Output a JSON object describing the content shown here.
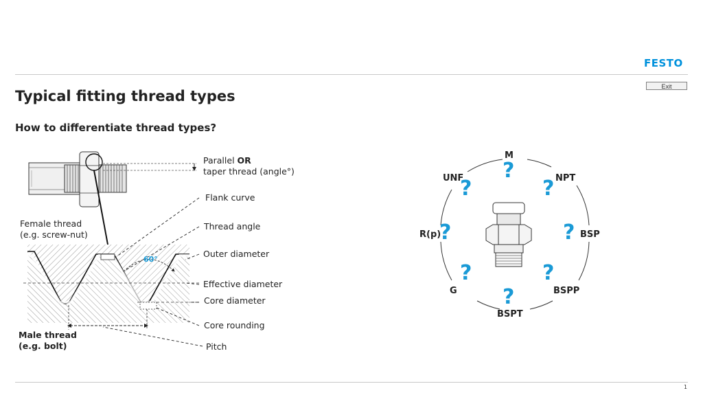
{
  "header": {
    "logo": "FESTO",
    "exit_label": "Exit",
    "title": "Typical fitting thread types",
    "subtitle": "How to differentiate thread types?"
  },
  "diagram": {
    "parallel_line1_prefix": "Parallel ",
    "parallel_line1_bold": "OR",
    "parallel_line2": "taper thread (angle°)",
    "flank_curve": "Flank curve",
    "thread_angle": "Thread angle",
    "outer_diameter": "Outer diameter",
    "effective_diameter": "Effective diameter",
    "core_diameter": "Core diameter",
    "core_rounding": "Core rounding",
    "pitch": "Pitch",
    "female_line1": "Female thread",
    "female_line2": "(e.g. screw-nut)",
    "male_line1": "Male thread",
    "male_line2": "(e.g. bolt)",
    "angle_value": "60°",
    "angle_color": "#1a9ad6"
  },
  "wheel": {
    "question_mark": "?",
    "question_color": "#1a9ad6",
    "types": {
      "m": "M",
      "npt": "NPT",
      "bsp": "BSP",
      "bspp": "BSPP",
      "bspt": "BSPT",
      "g": "G",
      "rp": "R(p)",
      "unf": "UNF"
    }
  },
  "footer": {
    "page_number": "1"
  }
}
